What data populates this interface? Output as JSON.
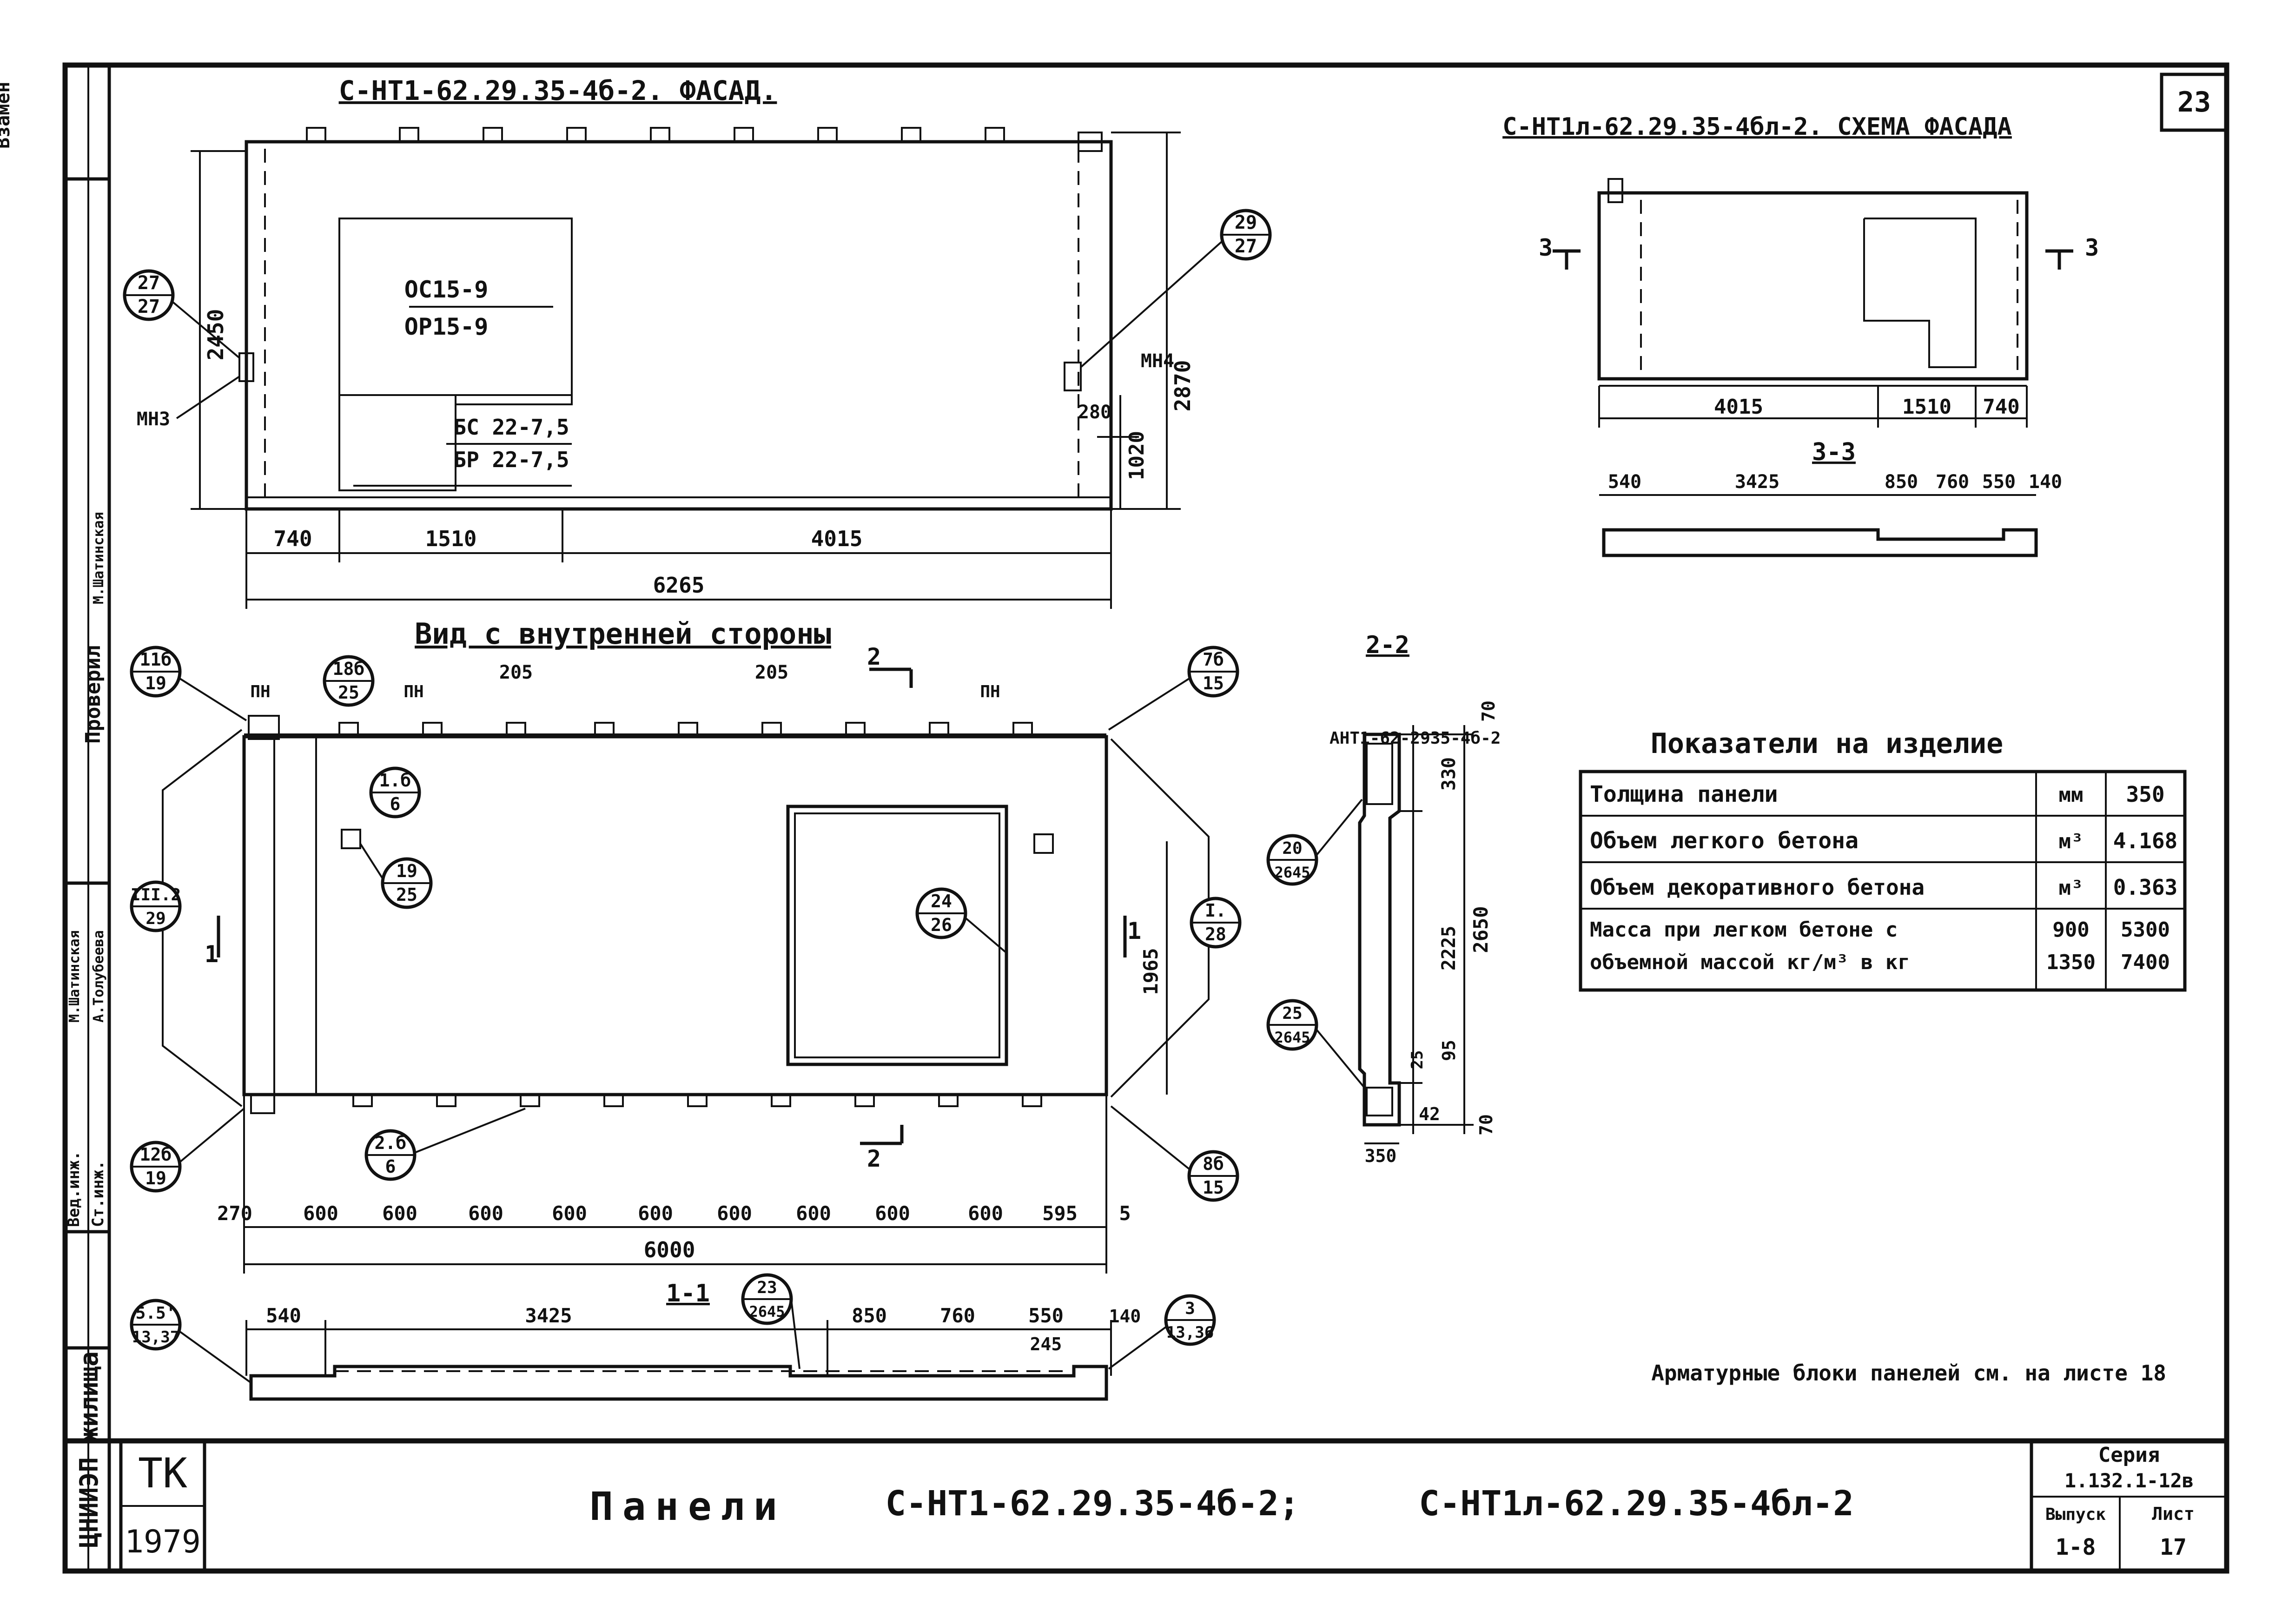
{
  "sheet_number": "23",
  "facade_title": "С-НТ1-62.29.35-4б-2. ФАСАД.",
  "scheme_title": "С-НТ1л-62.29.35-4бл-2. СХЕМА ФАСАДА",
  "inner_view_title": "Вид с внутренней стороны",
  "section_22_title": "2-2",
  "section_33_title": "3-3",
  "section_11_title": "1-1",
  "openings": {
    "window_top": "ОС15-9",
    "window_bottom": "ОР15-9",
    "door_top": "БС 22-7,5",
    "door_bottom": "БР 22-7,5"
  },
  "facade_dims": {
    "height_left": "2450",
    "height_right": "2870",
    "d280": "280",
    "d1020": "1020",
    "bottom": [
      "740",
      "1510",
      "4015"
    ],
    "total": "6265"
  },
  "scheme_dims": {
    "widths": [
      "4015",
      "1510",
      "740"
    ]
  },
  "section33_dims": [
    "540",
    "3425",
    "850",
    "760",
    "550",
    "140"
  ],
  "inner_dims": {
    "d205a": "205",
    "d205b": "205",
    "d1965": "1965",
    "bottom": [
      "270",
      "600",
      "600",
      "600",
      "600",
      "600",
      "600",
      "600",
      "600",
      "600",
      "595",
      "5"
    ],
    "total": "6000"
  },
  "section22_dims": {
    "d70top": "70",
    "d330": "330",
    "d2225": "2225",
    "d2650": "2650",
    "d95": "95",
    "d25": "25",
    "d42": "42",
    "d70bot": "70",
    "d350": "350",
    "block_label": "АНТ1-62-2935-4б-2"
  },
  "section11_dims": [
    "540",
    "3425",
    "850",
    "760",
    "550",
    "140",
    "245"
  ],
  "callouts": [
    {
      "top": "27",
      "bottom": "27"
    },
    {
      "top": "29",
      "bottom": "27"
    },
    {
      "top": "11б",
      "bottom": "19"
    },
    {
      "top": "18б",
      "bottom": "25"
    },
    {
      "top": "7б",
      "bottom": "15"
    },
    {
      "top": "1.б",
      "bottom": "6"
    },
    {
      "top": "19",
      "bottom": "25"
    },
    {
      "top": "III.2",
      "bottom": "29"
    },
    {
      "top": "24",
      "bottom": "26"
    },
    {
      "top": "I.",
      "bottom": "28"
    },
    {
      "top": "20",
      "bottom": "2645"
    },
    {
      "top": "25",
      "bottom": "2645"
    },
    {
      "top": "12б",
      "bottom": "19"
    },
    {
      "top": "2.б",
      "bottom": "6"
    },
    {
      "top": "8б",
      "bottom": "15"
    },
    {
      "top": "5.5'",
      "bottom": "13,37"
    },
    {
      "top": "23",
      "bottom": "2645"
    },
    {
      "top": "3",
      "bottom": "13,36"
    }
  ],
  "marks": {
    "mn3": "МН3",
    "mn4": "МН4",
    "pn": "ПН",
    "s1": "1",
    "s2": "2",
    "s3": "3"
  },
  "indicators": {
    "title": "Показатели на изделие",
    "rows": [
      {
        "label": "Толщина панели",
        "unit": "мм",
        "value": "350"
      },
      {
        "label": "Объем легкого бетона",
        "unit": "м³",
        "value": "4.168"
      },
      {
        "label": "Объем декоративного бетона",
        "unit": "м³",
        "value": "0.363"
      }
    ],
    "mass_label_1": "Масса при легком бетоне с",
    "mass_label_2": "объемной массой кг/м³ в кг",
    "mass_densities": [
      "900",
      "1350"
    ],
    "mass_values": [
      "5300",
      "7400"
    ]
  },
  "note": "Арматурные блоки панелей см. на листе 18",
  "title_block": {
    "org": "ЦНИИЭП жилища",
    "tk": "ТК",
    "year": "1979",
    "panels_word": "Панели",
    "panel_1": "С-НТ1-62.29.35-4б-2;",
    "panel_2": "С-НТ1л-62.29.35-4бл-2",
    "series_label": "Серия",
    "series_value": "1.132.1-12в",
    "issue_label": "Выпуск",
    "issue_value": "1-8",
    "sheet_label": "Лист",
    "sheet_value": "17"
  },
  "stamp": {
    "check_label": "Проверил",
    "vzamen": "Взамен",
    "role1": "Вед.инж.",
    "role2": "Ст.инж.",
    "names": [
      "М.Шатинская",
      "А.Толубеева",
      "М.Шатинская"
    ]
  }
}
